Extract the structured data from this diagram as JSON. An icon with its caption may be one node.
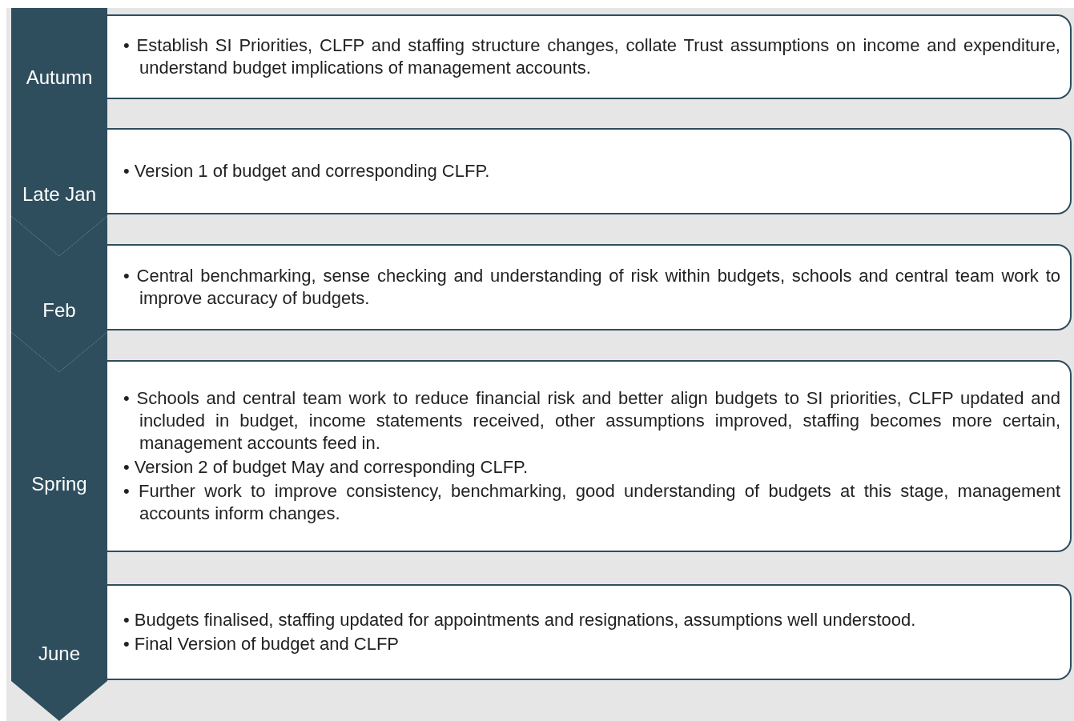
{
  "diagram": {
    "nodes": [
      {
        "text": [
          "Autumn"
        ]
      },
      {
        "text": [
          "• Establish SI Priorities, CLFP and staffing structure changes, collate Trust assumptions on income and expenditure, understand budget implications of management accounts."
        ]
      },
      {
        "text": [
          "Late Jan"
        ]
      },
      {
        "text": [
          "• Version 1 of budget and corresponding CLFP."
        ]
      },
      {
        "text": [
          "Feb"
        ]
      },
      {
        "text": [
          "• Central benchmarking, sense checking and understanding of risk within budgets, schools and central team work to improve accuracy of budgets."
        ]
      },
      {
        "text": [
          "Spring"
        ]
      },
      {
        "text": [
          "• Schools and central team work to reduce financial risk and better align budgets to SI priorities, CLFP updated and included in budget, income statements received, other assumptions improved, staffing becomes more certain, management accounts feed in.",
          "• Version 2 of budget May and corresponding CLFP.",
          "• Further work to improve consistency, benchmarking, good understanding of budgets at this stage, management accounts inform changes."
        ]
      },
      {
        "text": [
          "June"
        ]
      },
      {
        "text": [
          "• Budgets finalised, staffing updated for appointments and resignations, assumptions well understood.",
          "• Final Version of budget and CLFP"
        ]
      }
    ]
  }
}
